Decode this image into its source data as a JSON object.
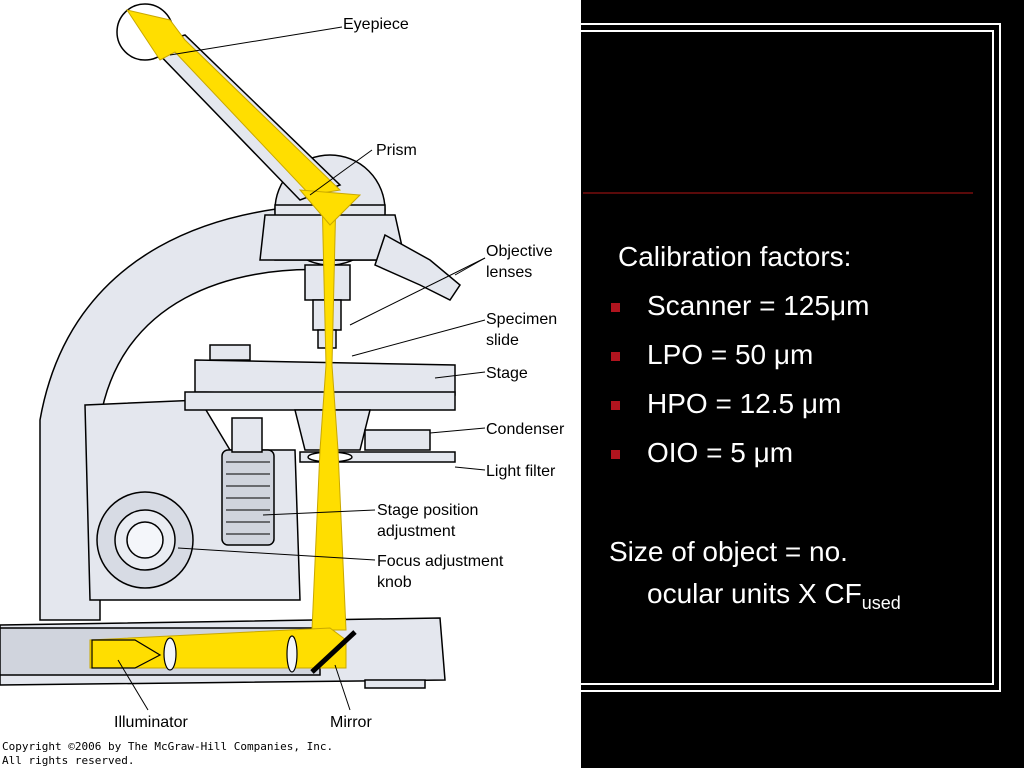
{
  "diagram": {
    "labels": {
      "eyepiece": "Eyepiece",
      "prism": "Prism",
      "objective_1": "Objective",
      "objective_2": "lenses",
      "specimen_1": "Specimen",
      "specimen_2": "slide",
      "stage": "Stage",
      "condenser": "Condenser",
      "light_filter": "Light filter",
      "stage_pos_1": "Stage position",
      "stage_pos_2": "adjustment",
      "focus_1": "Focus adjustment",
      "focus_2": "knob",
      "illuminator": "Illuminator",
      "mirror": "Mirror"
    },
    "copyright_1": "Copyright ©2006 by The McGraw-Hill Companies, Inc.",
    "copyright_2": "All rights reserved.",
    "colors": {
      "light_path": "#ffde00",
      "body": "#e4e7ee",
      "outline": "#000000"
    }
  },
  "slide": {
    "heading": "Calibration factors:",
    "bullets": [
      {
        "name": "Scanner",
        "value": "125",
        "unit": "m"
      },
      {
        "name": "LPO",
        "value": "50",
        "unit": "m"
      },
      {
        "name": "HPO",
        "value": "12.5",
        "unit": "m"
      },
      {
        "name": "OIO",
        "value": "5",
        "unit": "m"
      }
    ],
    "mu": "μ",
    "eq": "=",
    "formula_line1": "Size of object = no.",
    "formula_line2": "ocular units X CF",
    "formula_sub": "used",
    "colors": {
      "background": "#000000",
      "text": "#ffffff",
      "bullet": "#b0141e",
      "rule": "#5a0a0a"
    }
  }
}
